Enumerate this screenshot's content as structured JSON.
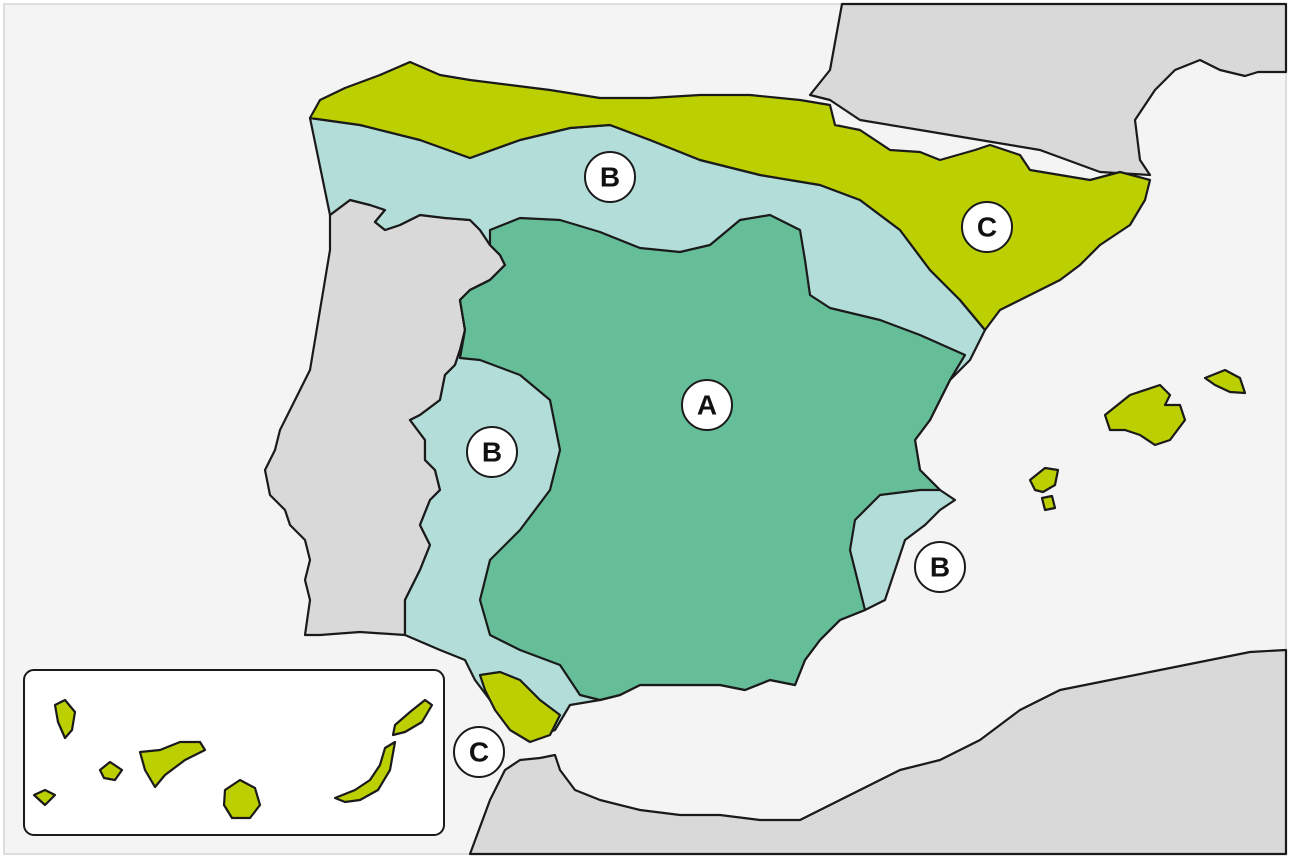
{
  "colors": {
    "sea": "#f4f4f4",
    "other_land": "#d9d9d9",
    "zone_a": "#66be99",
    "zone_b": "#b3ddd8",
    "zone_c": "#bccf00",
    "outline": "#1a1a1a",
    "label_bg": "#ffffff"
  },
  "zones": {
    "a": {
      "name": "A"
    },
    "b": {
      "name": "B"
    },
    "c": {
      "name": "C"
    }
  },
  "labels": [
    {
      "zone": "b",
      "text": "B"
    },
    {
      "zone": "c",
      "text": "C"
    },
    {
      "zone": "a",
      "text": "A"
    },
    {
      "zone": "b",
      "text": "B"
    },
    {
      "zone": "b",
      "text": "B"
    },
    {
      "zone": "c",
      "text": "C"
    }
  ]
}
